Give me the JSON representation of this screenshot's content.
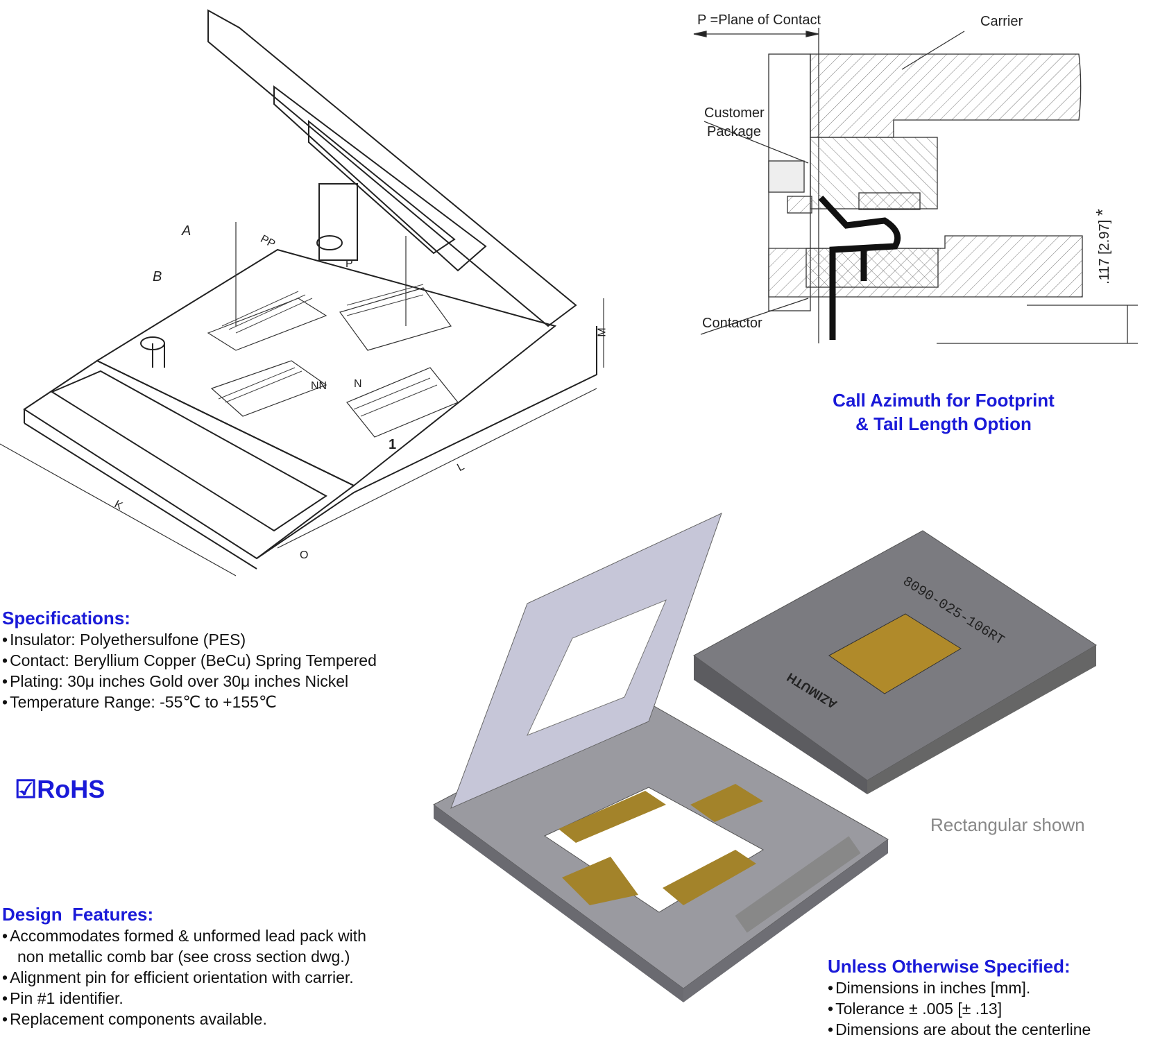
{
  "drawing_labels": {
    "a": "A",
    "b": "B",
    "pp": "PP",
    "p": "P",
    "m": "M",
    "k": "K",
    "l": "L",
    "o": "O",
    "n": "N",
    "nn": "NN",
    "pin1": "1"
  },
  "cross_section": {
    "plane_label": "P =Plane of Contact",
    "carrier_label": "Carrier",
    "customer_label_1": "Customer",
    "customer_label_2": "Package",
    "contactor_label": "Contactor",
    "dimension": ".117 [2.97]",
    "dimension_note": "*"
  },
  "callout": {
    "line1": "Call Azimuth for Footprint",
    "line2": "& Tail Length Option"
  },
  "photo": {
    "caption": "Rectangular shown",
    "part_number": "8090-025-106RT",
    "brand": "AZIMUTH"
  },
  "specifications": {
    "title": "Specifications:",
    "items": [
      "Insulator: Polyethersulfone (PES)",
      "Contact: Beryllium Copper (BeCu) Spring Tempered",
      "Plating: 30μ inches Gold over 30μ inches Nickel",
      "Temperature Range: -55℃ to +155℃"
    ]
  },
  "rohs": {
    "label": "RoHS",
    "check": "☑"
  },
  "design_features": {
    "title": "Design  Features:",
    "items": [
      "Accommodates formed & unformed lead pack with",
      "Alignment pin for efficient orientation with carrier.",
      "Pin #1 identifier.",
      "Replacement components available."
    ],
    "continuation": "non metallic comb bar (see cross section dwg.)"
  },
  "notes": {
    "title": "Unless Otherwise Specified:",
    "items": [
      "Dimensions in inches [mm].",
      "Tolerance ± .005 [± .13]",
      "Dimensions are about the centerline"
    ]
  },
  "colors": {
    "heading": "#1a1ad8",
    "gold": "#b08a2a",
    "grey": "#8a8a8e"
  }
}
